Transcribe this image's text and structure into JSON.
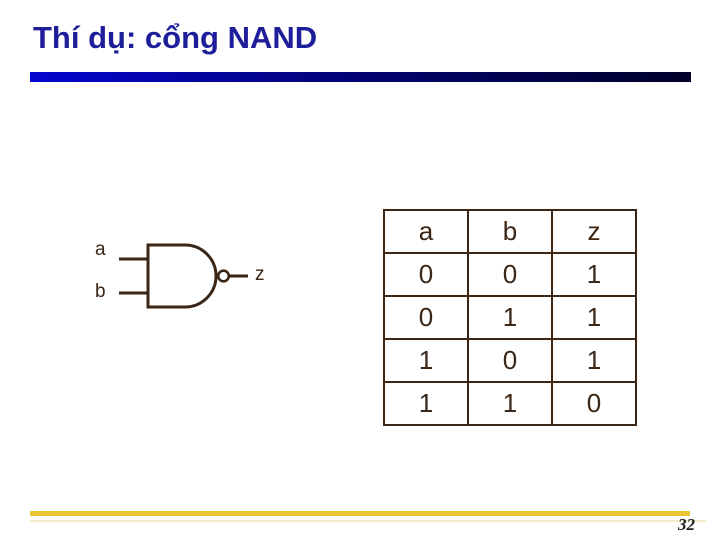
{
  "slide": {
    "title": "Thí dụ: cổng NAND",
    "page_number": "32"
  },
  "gate": {
    "input_a_label": "a",
    "input_b_label": "b",
    "output_label": "z"
  },
  "truth_table": {
    "headers": [
      "a",
      "b",
      "z"
    ],
    "rows": [
      [
        "0",
        "0",
        "1"
      ],
      [
        "0",
        "1",
        "1"
      ],
      [
        "1",
        "0",
        "1"
      ],
      [
        "1",
        "1",
        "0"
      ]
    ]
  },
  "colors": {
    "title_blue": "#1e1e9a",
    "rule_gradient_left": "#0505d0",
    "rule_gradient_right": "#000028",
    "diagram_brown": "#3b2514",
    "footer_yellow": "#e9c52f"
  }
}
